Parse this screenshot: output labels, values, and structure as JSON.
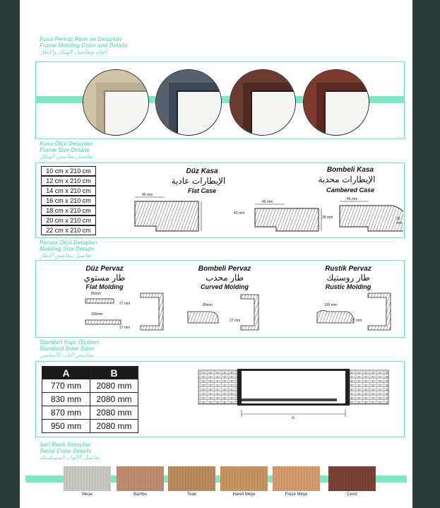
{
  "frame_colors": {
    "title_tr": "Kasa Pervaz Renk ve Detayları",
    "title_en": "Frame Molding Color and Details",
    "title_ar": "ألوان وتفاصيل الهيكل والإطار"
  },
  "frame_size": {
    "title_tr": "Kasa Ölçü Detayları",
    "title_en": "Frame Size Details",
    "title_ar": "تفاصيل مقاييس الهيكل",
    "sizes": [
      "10 cm x 210 cm",
      "12 cm x 210 cm",
      "14 cm x 210 cm",
      "16 cm x 210 cm",
      "18 cm x 210 cm",
      "20 cm x 210 cm",
      "22 cm x 210 cm"
    ],
    "flat_case": {
      "tr": "Düz Kasa",
      "ar": "الإيطارات عادية",
      "en": "Flat Case",
      "dim_width": "46 mm",
      "dim_width2": "46 mm",
      "dim_height": "42 mm",
      "dim_height2": "38 mm"
    },
    "cambered_case": {
      "tr": "Bombeli Kasa",
      "ar": "الإيطارات محدبة",
      "en": "Cambered Case",
      "dim_width": "46 mm",
      "dim_height": "36 mm"
    }
  },
  "molding_size": {
    "title_tr": "Pervaz Ölçü Detayları",
    "title_en": "Molding Size Details",
    "title_ar": "تفاصيل مقاييس الإطار",
    "flat": {
      "tr": "Düz Pervaz",
      "ar": "طار مستوي",
      "en": "Flat Molding",
      "dim1": "80mm",
      "dim2": "100mm",
      "dim3": "27 mm",
      "dim4": "27 mm"
    },
    "curved": {
      "tr": "Bombeli Pervaz",
      "ar": "طار محدب",
      "en": "Curved Molding",
      "dim1": "80mm",
      "dim2": "27 mm"
    },
    "rustic": {
      "tr": "Rustik Pervaz",
      "ar": "طار روستيك",
      "en": "Rustic Molding",
      "dim1": "100 mm",
      "dim2": "27 mm"
    }
  },
  "door_sizes": {
    "title_tr": "Standart Kapı Ölçüleri",
    "title_en": "Standard Door Sizes",
    "title_ar": "مقاييس الباب الأساسي",
    "headers": [
      "A",
      "B"
    ],
    "rows": [
      [
        "770 mm",
        "2080 mm"
      ],
      [
        "830 mm",
        "2080 mm"
      ],
      [
        "870 mm",
        "2080 mm"
      ],
      [
        "950 mm",
        "2080 mm"
      ]
    ],
    "diagram_label": "A"
  },
  "serial_colors": {
    "title_tr": "Seri Renk Detayları",
    "title_en": "Serial Color Details",
    "title_ar": "تفاصيل الألوان المتسلسلة",
    "items": [
      {
        "name": "Meşe",
        "color": "#c9c7c0"
      },
      {
        "name": "Bambu",
        "color": "#c08a6e"
      },
      {
        "name": "Teak",
        "color": "#b98a5a"
      },
      {
        "name": "Hareli Meşe",
        "color": "#c89360"
      },
      {
        "name": "Freze Meşe",
        "color": "#d49b6a"
      },
      {
        "name": "Ceviz",
        "color": "#7a3f33"
      }
    ]
  }
}
